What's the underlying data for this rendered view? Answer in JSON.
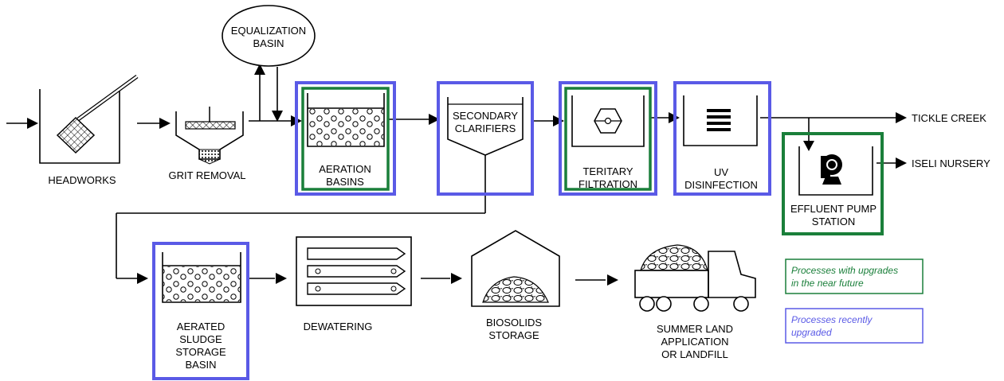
{
  "colors": {
    "upgrade_soon": "#1a7f3a",
    "recently_upgraded": "#5a5ae6",
    "line": "#000000"
  },
  "processes": {
    "headworks": "HEADWORKS",
    "grit_removal": "GRIT REMOVAL",
    "equalization_1": "EQUALIZATION",
    "equalization_2": "BASIN",
    "aeration_1": "AERATION",
    "aeration_2": "BASINS",
    "secondary_1": "SECONDARY",
    "secondary_2": "CLARIFIERS",
    "tertiary_1": "TERITARY",
    "tertiary_2": "FILTRATION",
    "uv_1": "UV",
    "uv_2": "DISINFECTION",
    "pump_1": "EFFLUENT PUMP",
    "pump_2": "STATION",
    "tickle_creek": "TICKLE CREEK",
    "iseli_nursery": "ISELI NURSERY",
    "sludge_1": "AERATED",
    "sludge_2": "SLUDGE",
    "sludge_3": "STORAGE",
    "sludge_4": "BASIN",
    "dewatering": "DEWATERING",
    "biosolids_1": "BIOSOLIDS",
    "biosolids_2": "STORAGE",
    "land_1": "SUMMER LAND",
    "land_2": "APPLICATION",
    "land_3": "OR LANDFILL"
  },
  "legend": {
    "green_1": "Processes with upgrades",
    "green_2": "in the near future",
    "blue_1": "Processes recently",
    "blue_2": "upgraded"
  }
}
